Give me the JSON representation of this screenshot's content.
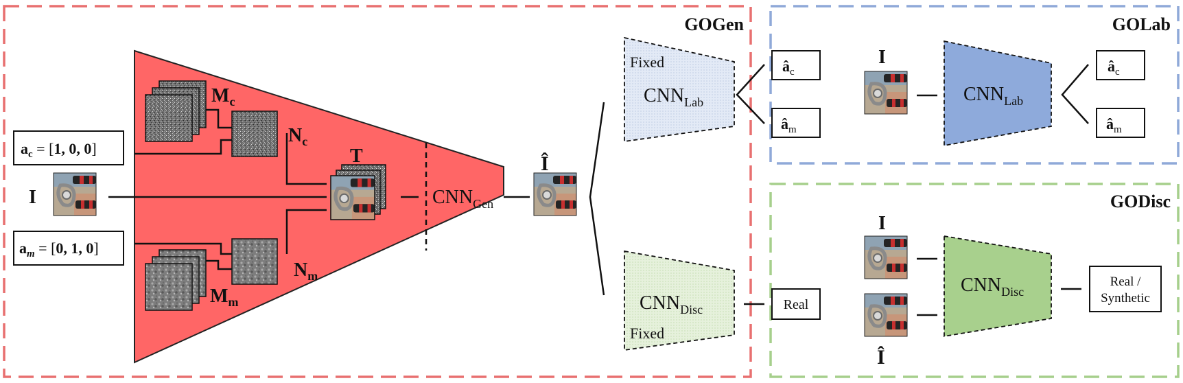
{
  "panels": {
    "gogen": {
      "title": "GOGen",
      "border_color": "#e87070"
    },
    "golab": {
      "title": "GOLab",
      "border_color": "#8fa9d8"
    },
    "godisc": {
      "title": "GODisc",
      "border_color": "#a6cf8c"
    }
  },
  "generator": {
    "fill_color": "#ff6666",
    "network": {
      "base": "CNN",
      "sub": "Gen"
    },
    "input_image": "I",
    "output_image": "Î",
    "attr_color": {
      "var": "a",
      "sub": "c",
      "eq": " = [",
      "values": "1, 0, 0",
      "close": "]"
    },
    "attr_material": {
      "var": "a",
      "sub": "m",
      "eq": " = [",
      "values": "0, 1, 0",
      "close": "]"
    },
    "mask_color": {
      "base": "M",
      "sub": "c"
    },
    "mask_material": {
      "base": "M",
      "sub": "m"
    },
    "noise_color": {
      "base": "N",
      "sub": "c"
    },
    "noise_material": {
      "base": "N",
      "sub": "m"
    },
    "stack_label": "T"
  },
  "gogen_lab": {
    "fill_color": "#dfe8f6",
    "fixed_label": "Fixed",
    "network": {
      "base": "CNN",
      "sub": "Lab"
    },
    "out_color": {
      "base": "â",
      "sub": "c"
    },
    "out_material": {
      "base": "â",
      "sub": "m"
    }
  },
  "gogen_disc": {
    "fill_color": "#e3f1d8",
    "fixed_label": "Fixed",
    "network": {
      "base": "CNN",
      "sub": "Disc"
    },
    "output": "Real"
  },
  "golab": {
    "fill_color": "#8eaadb",
    "input_image": "I",
    "network": {
      "base": "CNN",
      "sub": "Lab"
    },
    "out_color": {
      "base": "â",
      "sub": "c"
    },
    "out_material": {
      "base": "â",
      "sub": "m"
    }
  },
  "godisc": {
    "fill_color": "#a8d08d",
    "input_real": "I",
    "input_synth": "Î",
    "network": {
      "base": "CNN",
      "sub": "Disc"
    },
    "output_line1": "Real /",
    "output_line2": "Synthetic"
  }
}
